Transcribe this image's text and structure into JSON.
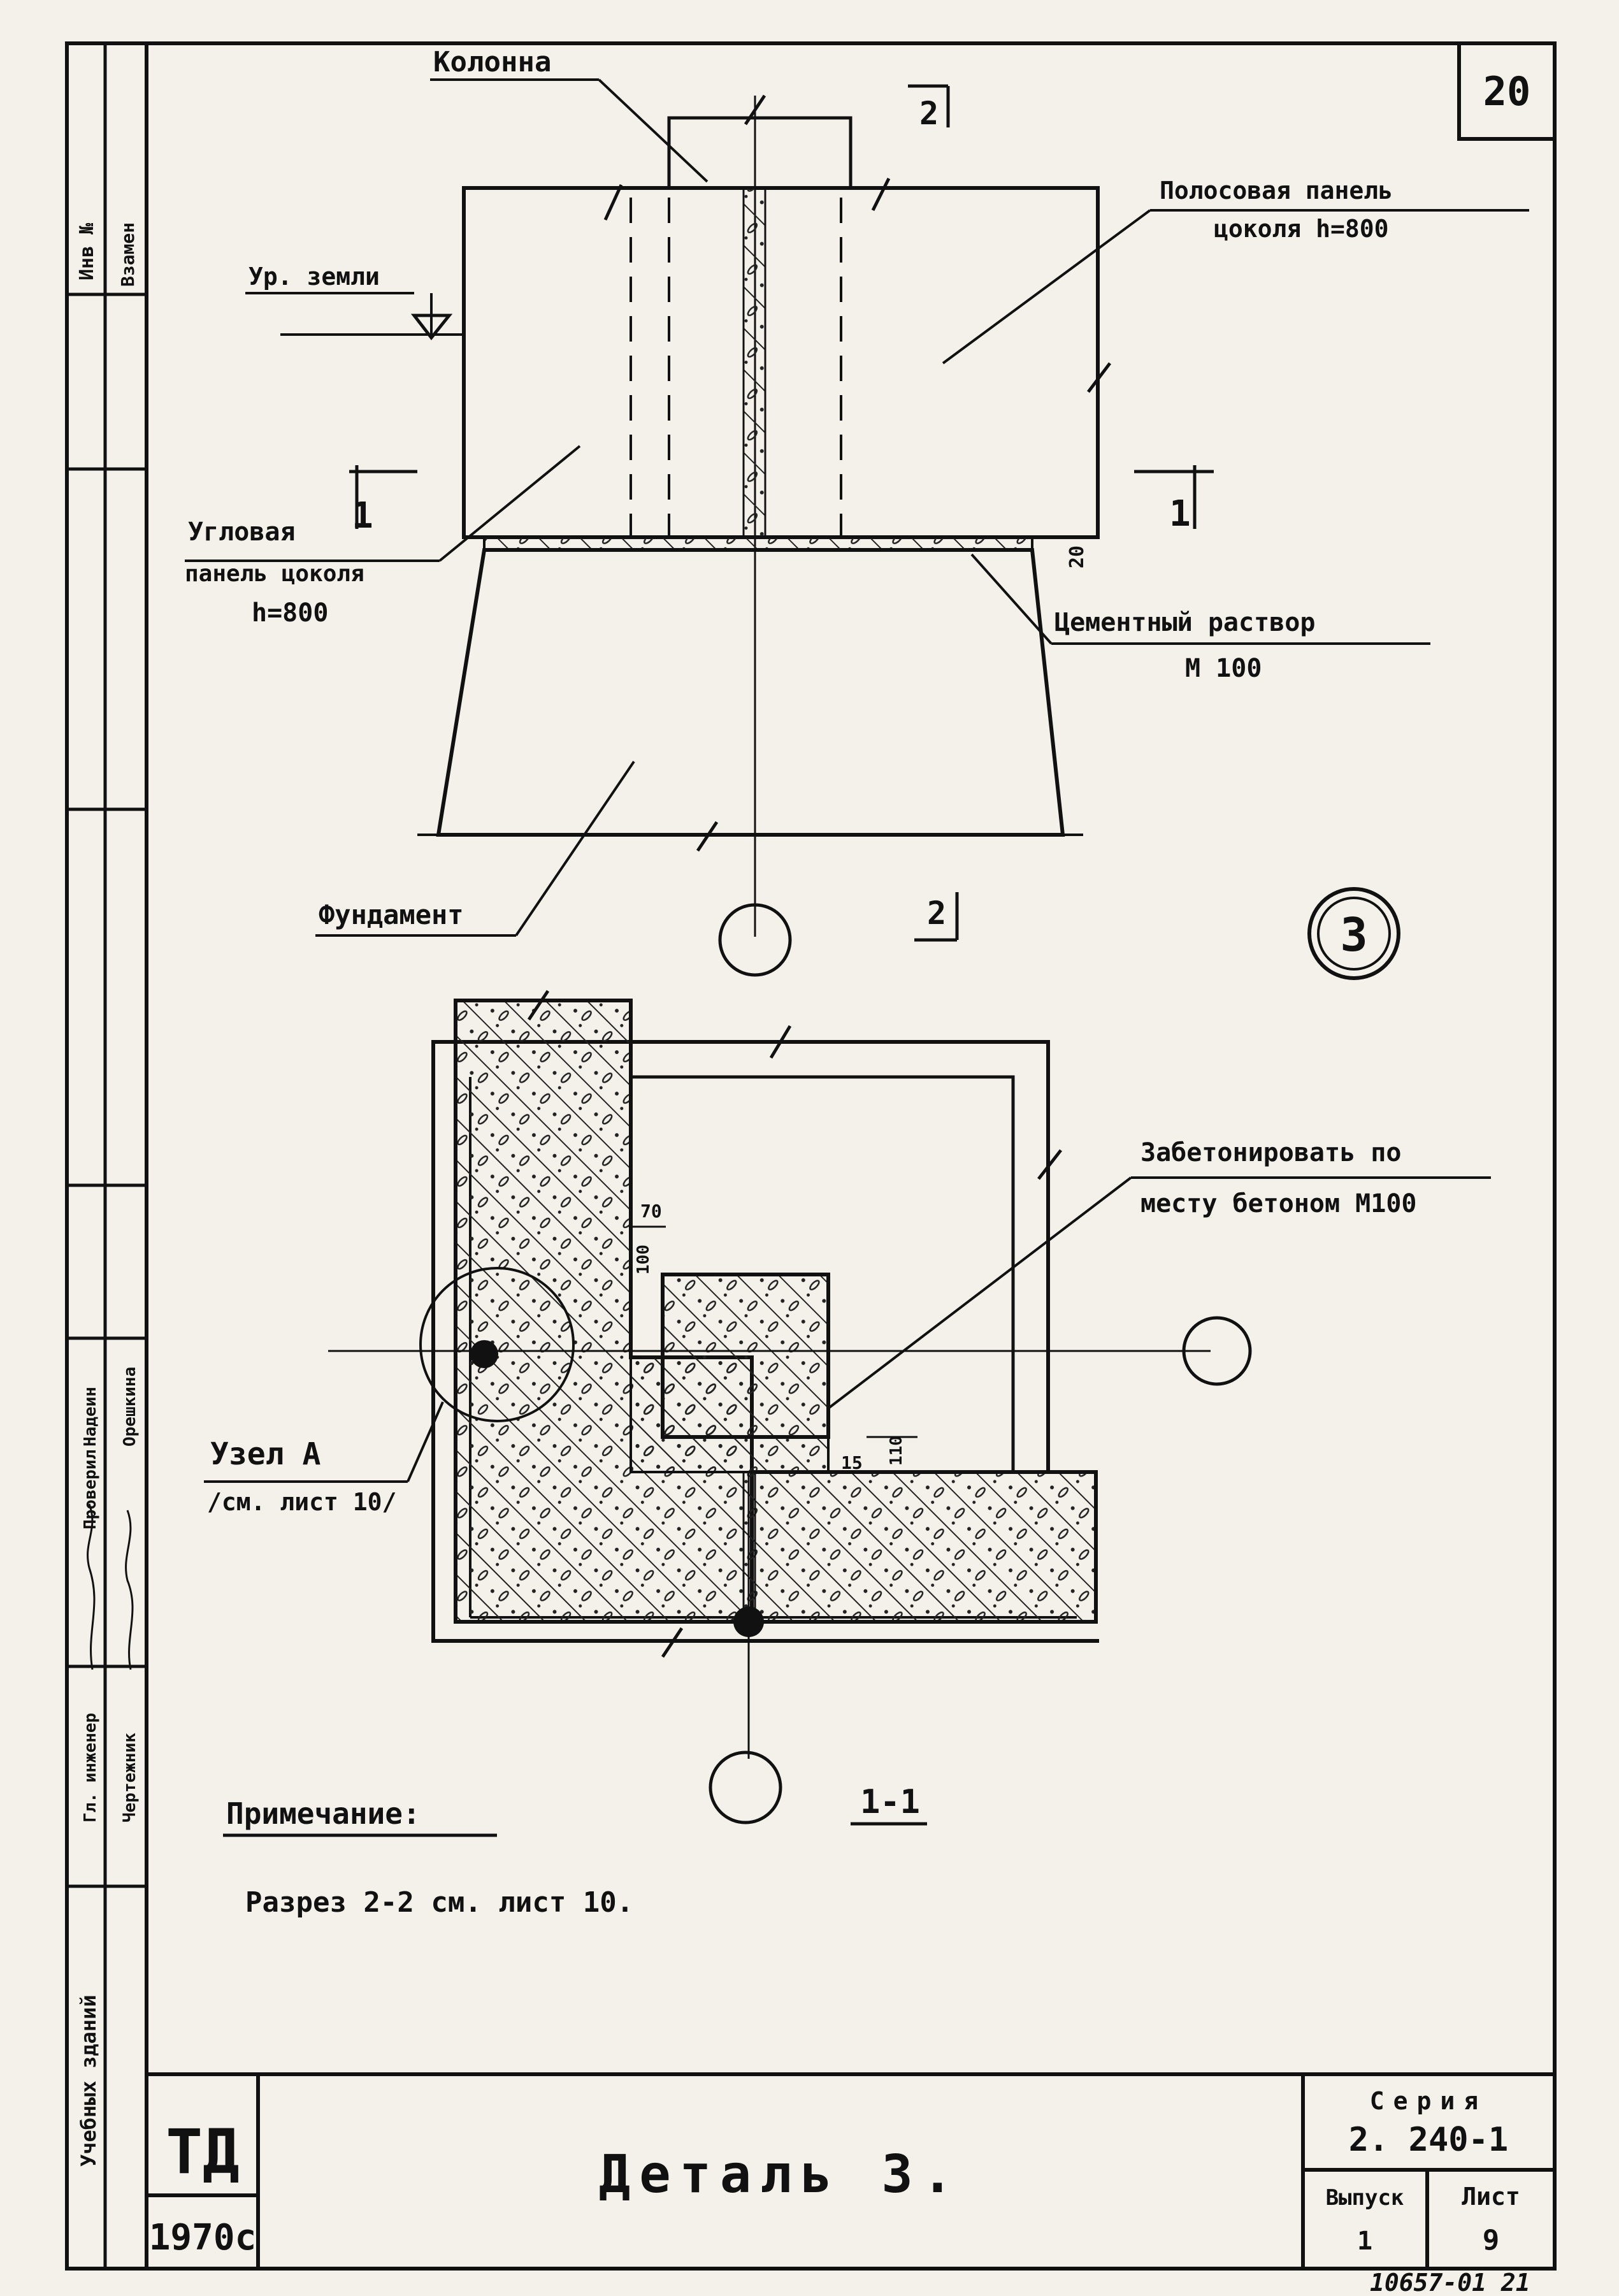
{
  "sheet": {
    "number": "20"
  },
  "drawing": {
    "elevation_labels": {
      "column": "Колонна",
      "cut_2_top": "2",
      "strip_panel_line1": "Полосовая панель",
      "strip_panel_line2": "цоколя h=800",
      "ground_level": "Ур. земли",
      "cut_1_left": "1",
      "cut_1_right": "1",
      "corner_panel_line1": "Угловая",
      "corner_panel_line2": "панель цоколя",
      "corner_panel_line3": "h=800",
      "mortar_dim": "20",
      "mortar_line1": "Цементный раствор",
      "mortar_line2": "М 100",
      "foundation": "Фундамент",
      "cut_2_bottom": "2",
      "detail_marker": "3"
    },
    "section_labels": {
      "concrete_line1": "Забетонировать по",
      "concrete_line2": "месту бетоном М100",
      "dim_70": "70",
      "dim_100": "100",
      "dim_15": "15",
      "dim_110": "110",
      "node_line1": "Узел А",
      "node_line2": "/см. лист 10/",
      "section_title": "1-1"
    },
    "note": {
      "heading": "Примечание:",
      "text": "Разрез 2-2 см. лист 10."
    }
  },
  "left_strip": {
    "inv": "Инв №",
    "vzamen": "Взамен",
    "roles": [
      "Гл. инженер",
      "Чертежник"
    ],
    "status": "Проверил",
    "names": [
      "Надеин",
      "Орешкина"
    ],
    "org": "Учебных зданий"
  },
  "title_block": {
    "org_code": "ТД",
    "year": "1970с",
    "title": "Деталь 3.",
    "series_label": "Серия",
    "series_value": "2. 240-1",
    "issue_label": "Выпуск",
    "issue_value": "1",
    "sheet_label": "Лист",
    "sheet_value": "9"
  },
  "footer_stamp": "10657-01  21"
}
